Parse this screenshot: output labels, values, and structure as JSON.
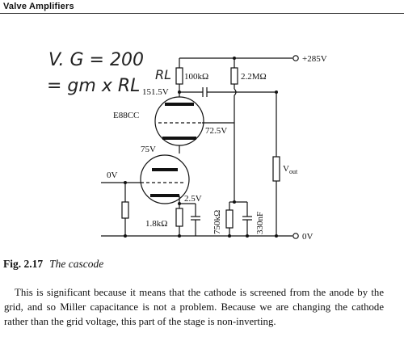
{
  "header": {
    "title": "Valve Amplifiers"
  },
  "handwriting": {
    "line1": "V. G = 200",
    "line2": "= gm x RL",
    "rl_label": "RL"
  },
  "schematic": {
    "supply_label": "+285V",
    "ground_label": "0V",
    "input_label": "0V",
    "r_anode": "100kΩ",
    "r_load": "2.2MΩ",
    "v_anode": "151.5V",
    "tube_name": "E88CC",
    "v_cathode_upper": "72.5V",
    "v_anode_lower": "75V",
    "v_cathode_lower": "2.5V",
    "r_cathode": "1.8kΩ",
    "r_bias": "750kΩ",
    "c_bias": "330nF",
    "vout": "V",
    "vout_sub": "out"
  },
  "caption": {
    "figure": "Fig. 2.17",
    "title": "The cascode"
  },
  "paragraph": "This is significant because it means that the cathode is screened from the anode by the grid, and so Miller capacitance is not a problem. Because we are changing the cathode rather than the grid voltage, this part of the stage is non-inverting."
}
